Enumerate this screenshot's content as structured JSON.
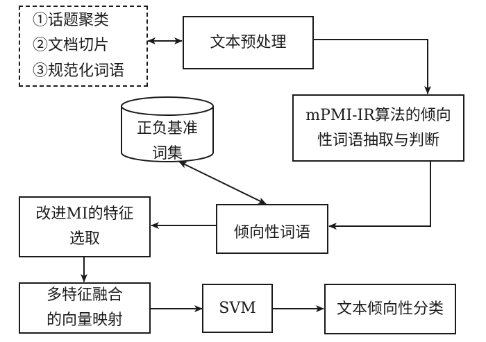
{
  "diagram": {
    "preprocess_options": {
      "items": [
        "①话题聚类",
        "②文档切片",
        "③规范化词语"
      ],
      "style": "dashed"
    },
    "nodes": {
      "text_preprocess": "文本预处理",
      "mpmi_extract": {
        "line1": "mPMI-IR算法的倾向",
        "line2": "性词语抽取与判断"
      },
      "benchmark_set": {
        "line1": "正负基准",
        "line2": "词集",
        "shape": "cylinder"
      },
      "sentiment_words": "倾向性词语",
      "feature_select": {
        "line1": "改进MI的特征",
        "line2": "选取"
      },
      "vector_mapping": {
        "line1": "多特征融合",
        "line2": "的向量映射"
      },
      "svm": "SVM",
      "classification": "文本倾向性分类"
    },
    "edges": [
      {
        "from": "preprocess_options",
        "to": "text_preprocess",
        "direction": "both"
      },
      {
        "from": "text_preprocess",
        "to": "mpmi_extract",
        "direction": "forward"
      },
      {
        "from": "mpmi_extract",
        "to": "sentiment_words",
        "direction": "forward"
      },
      {
        "from": "sentiment_words",
        "to": "benchmark_set",
        "direction": "both"
      },
      {
        "from": "sentiment_words",
        "to": "feature_select",
        "direction": "forward"
      },
      {
        "from": "feature_select",
        "to": "vector_mapping",
        "direction": "forward"
      },
      {
        "from": "vector_mapping",
        "to": "svm",
        "direction": "forward"
      },
      {
        "from": "svm",
        "to": "classification",
        "direction": "forward"
      }
    ],
    "colors": {
      "stroke": "#1a1a1a",
      "background": "#ffffff"
    }
  }
}
